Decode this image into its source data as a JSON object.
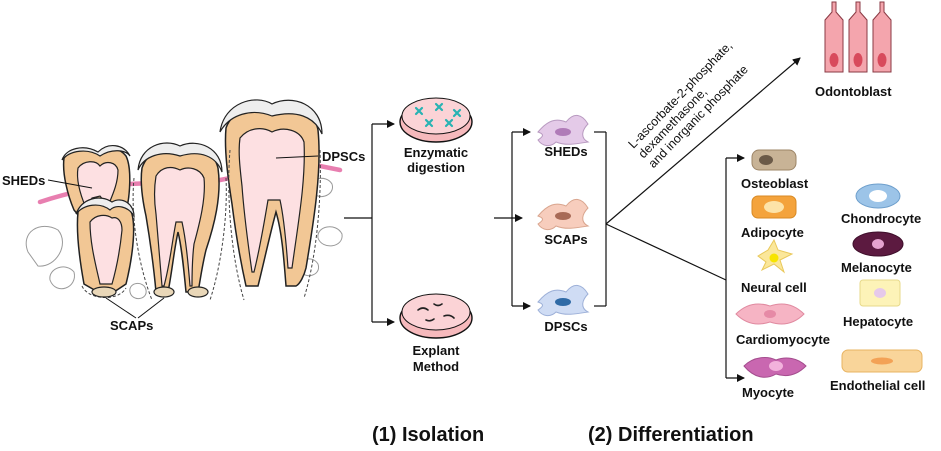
{
  "teeth_labels": {
    "sheds": "SHEDs",
    "dpscs": "DPSCs",
    "scaps": "SCAPs"
  },
  "isolation_methods": {
    "enzymatic_line1": "Enzymatic",
    "enzymatic_line2": "digestion",
    "explant_line1": "Explant",
    "explant_line2": "Method"
  },
  "stem_cells": {
    "sheds": "SHEDs",
    "scaps": "SCAPs",
    "dpscs": "DPSCs"
  },
  "odonto_induction": {
    "line1": "L-ascorbate-2-phosphate,",
    "line2": "dexamethasone,",
    "line3": "and inorganic phosphate"
  },
  "odontoblast": "Odontoblast",
  "differentiated_cells": {
    "osteoblast": "Osteoblast",
    "adipocyte": "Adipocyte",
    "neural_cell": "Neural cell",
    "cardiomyocyte": "Cardiomyocyte",
    "myocyte": "Myocyte",
    "chondrocyte": "Chondrocyte",
    "melanocyte": "Melanocyte",
    "hepatocyte": "Hepatocyte",
    "endothelial_cell": "Endothelial cell"
  },
  "sections": {
    "isolation": "(1) Isolation",
    "differentiation": "(2) Differentiation"
  },
  "colors": {
    "tooth_root": "#f2c795",
    "pulp": "#fde0e2",
    "gum": "#e87fb0",
    "arrow": "#111111"
  }
}
